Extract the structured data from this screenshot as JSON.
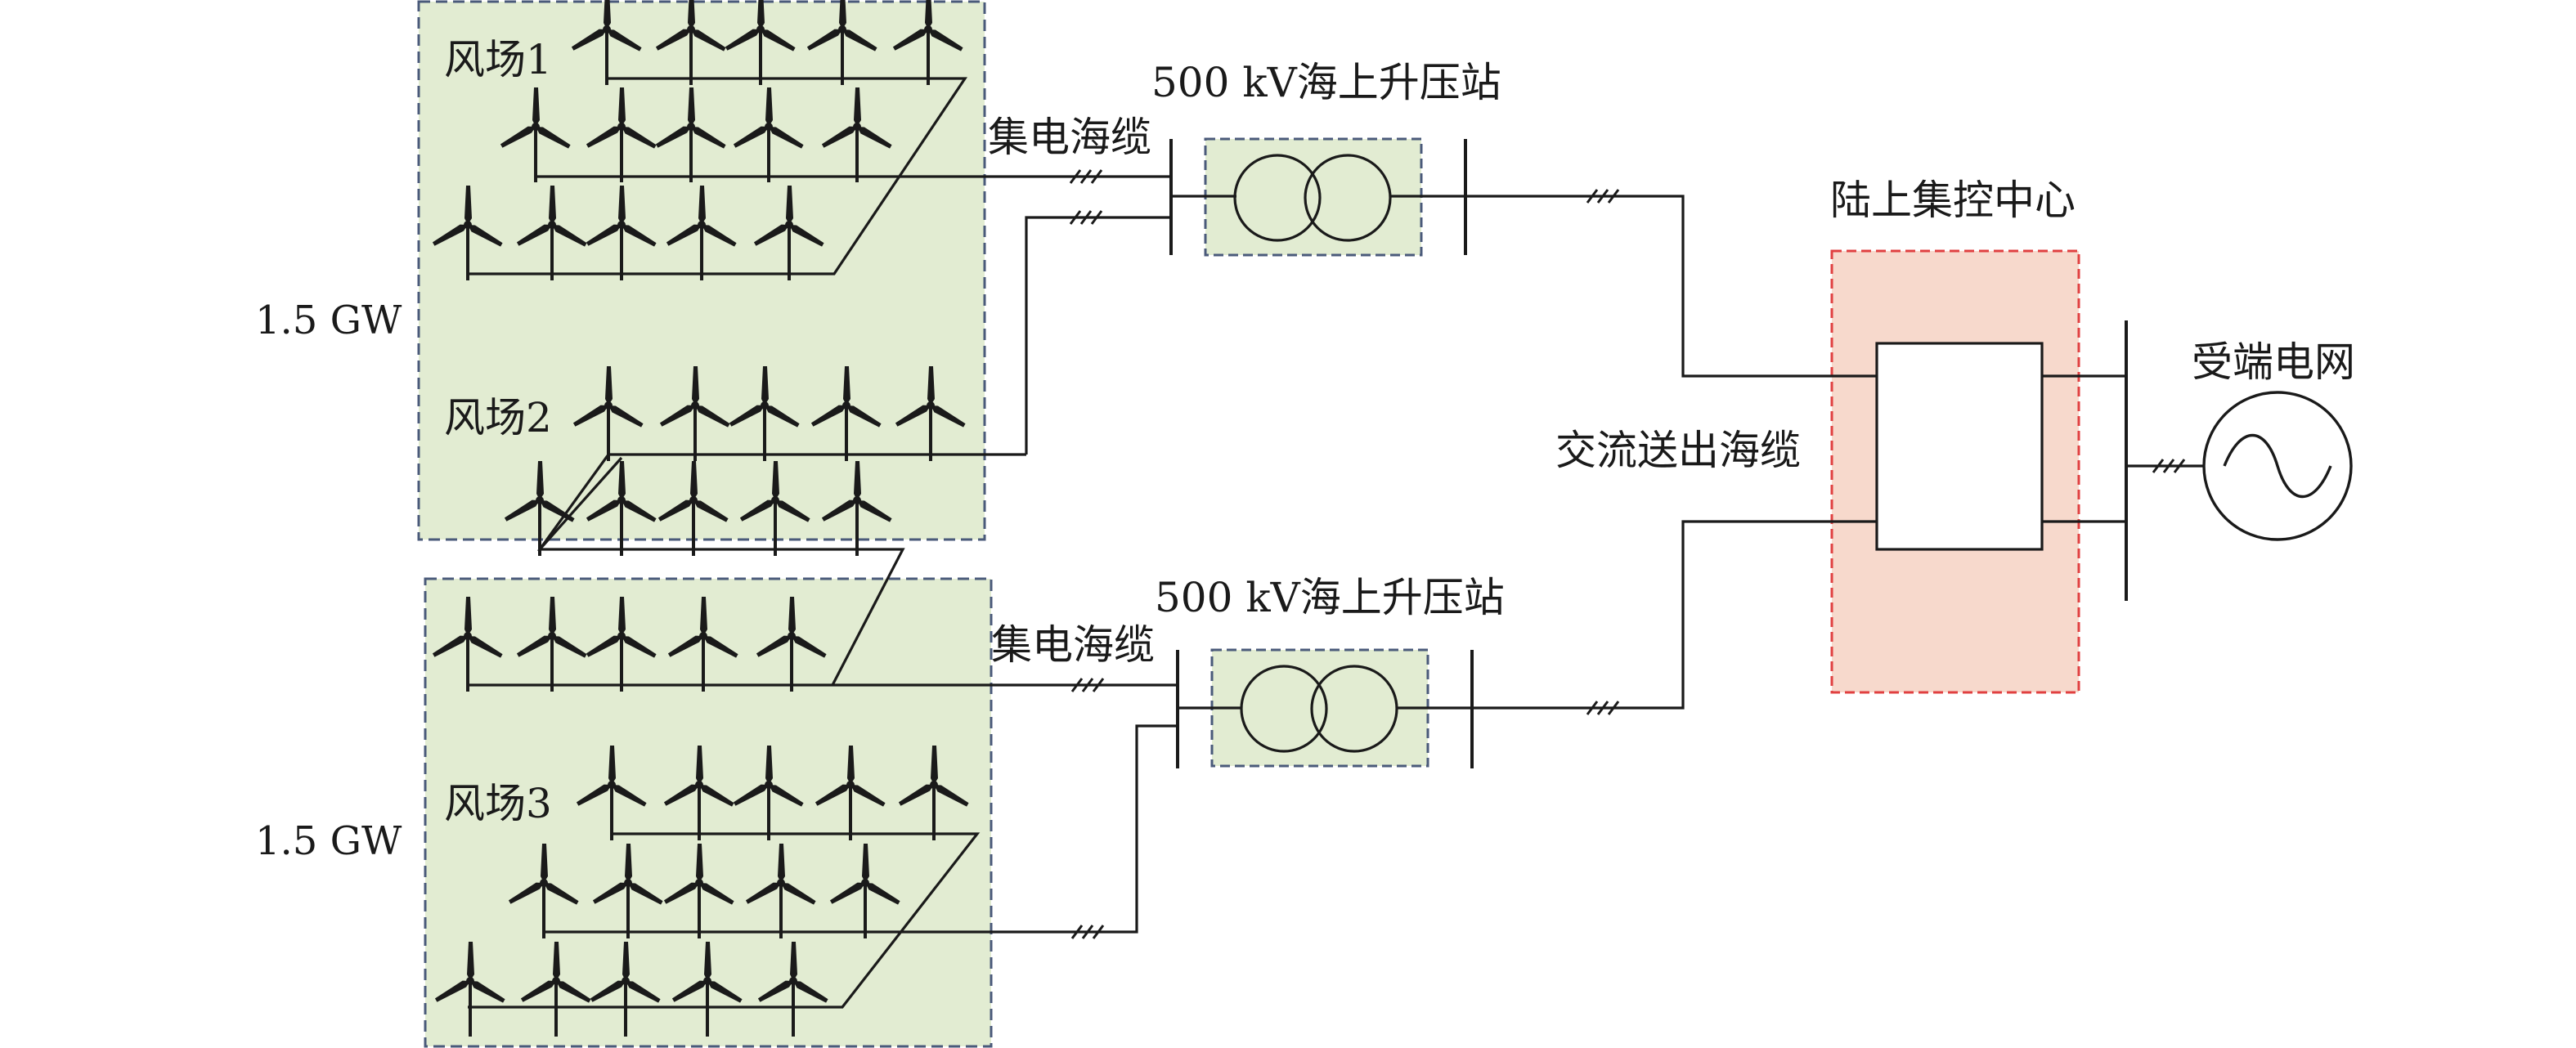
{
  "farms": [
    {
      "label": "风场1",
      "capacity": "1.5 GW"
    },
    {
      "label": "风场2",
      "capacity": ""
    },
    {
      "label": "风场3",
      "capacity": "1.5 GW"
    }
  ],
  "cables": {
    "collector": "集电海缆",
    "collector_2": "集电海缆",
    "ac_export": "交流送出海缆"
  },
  "substations": [
    {
      "label": "500 kV海上升压站"
    },
    {
      "label": "500 kV海上升压站"
    }
  ],
  "control_center": {
    "label": "陆上集控中心"
  },
  "grid": {
    "label": "受端电网"
  },
  "colors": {
    "farm_fill": "#e2ecd2",
    "farm_border": "#4a5a7a",
    "control_fill": "#f7d9cc",
    "control_border": "#e04040",
    "line": "#1a1a1a"
  }
}
